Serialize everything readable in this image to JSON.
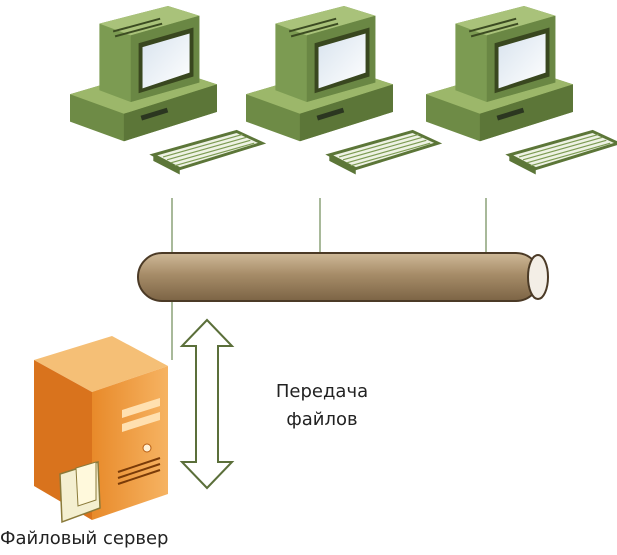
{
  "diagram": {
    "transfer_label_line1": "Передача",
    "transfer_label_line2": "файлов",
    "server_label": "Файловый сервер"
  },
  "nodes": [
    {
      "id": "workstation-1",
      "icon": "computer-icon"
    },
    {
      "id": "workstation-2",
      "icon": "computer-icon"
    },
    {
      "id": "workstation-3",
      "icon": "computer-icon"
    },
    {
      "id": "file-server",
      "icon": "server-tower-icon"
    }
  ],
  "colors": {
    "computer_green": "#7c9b52",
    "pipe_brown": "#a78e6a",
    "server_orange": "#e8892f",
    "arrow_green": "#5b6f3a"
  }
}
